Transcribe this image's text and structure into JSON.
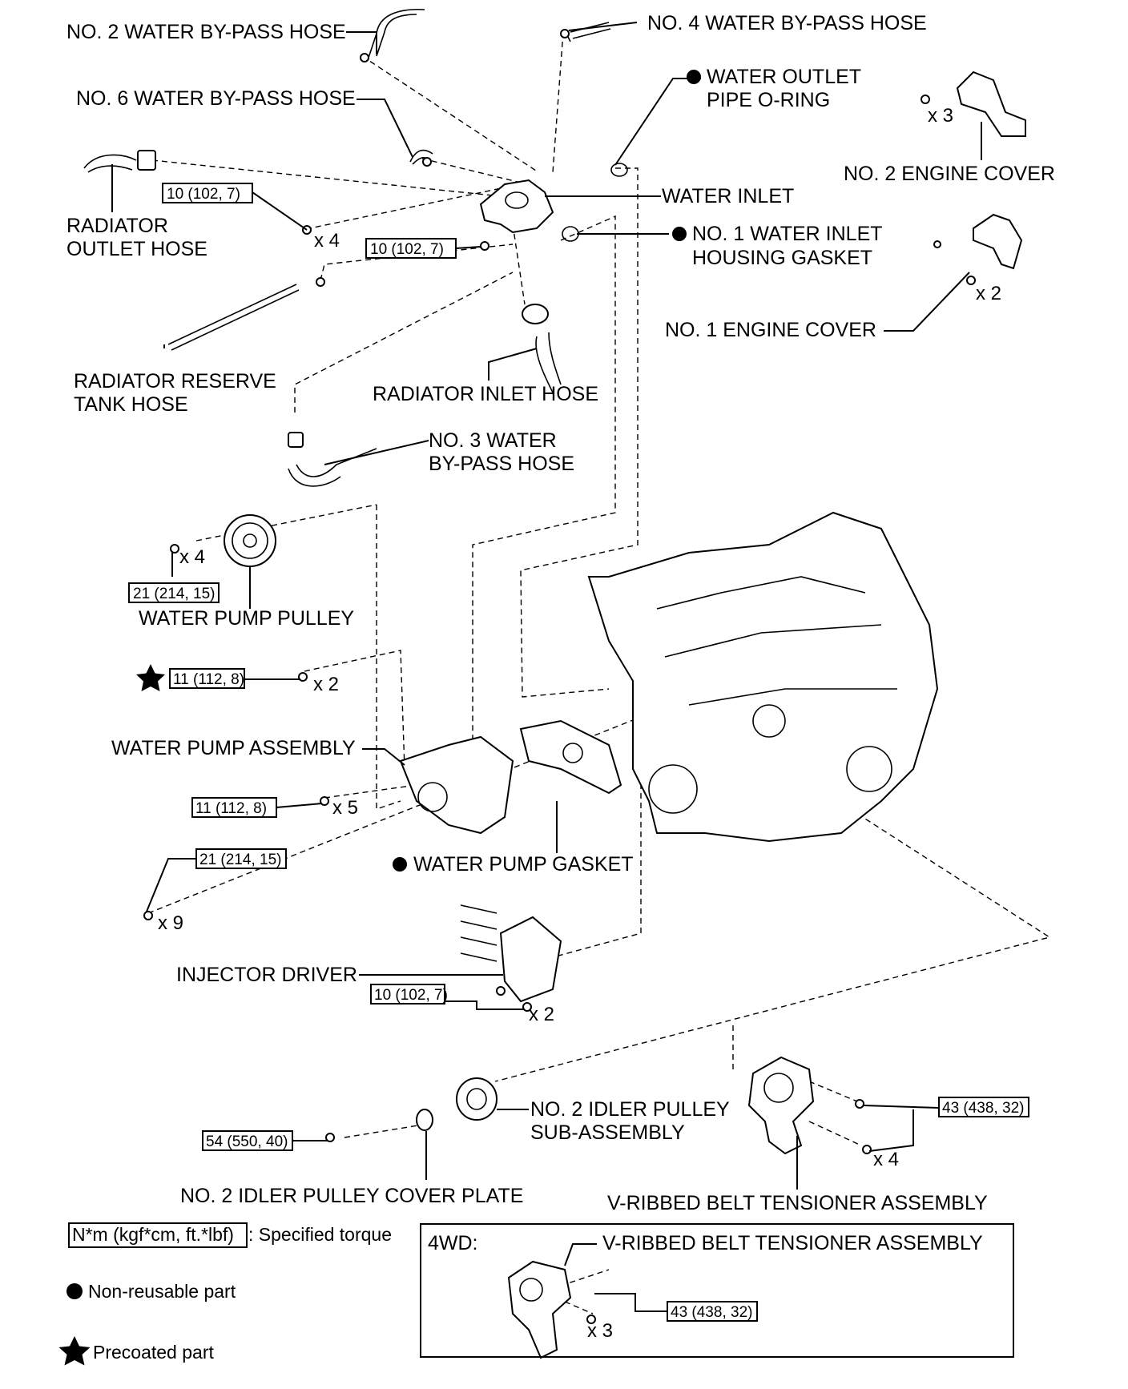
{
  "labels": {
    "no2_bypass_hose": "NO. 2 WATER BY-PASS HOSE",
    "no4_bypass_hose": "NO. 4 WATER BY-PASS HOSE",
    "water_outlet_oring_1": "WATER OUTLET",
    "water_outlet_oring_2": "PIPE O-RING",
    "no6_bypass_hose": "NO. 6 WATER BY-PASS HOSE",
    "no2_engine_cover": "NO. 2 ENGINE COVER",
    "radiator_outlet_1": "RADIATOR",
    "radiator_outlet_2": "OUTLET HOSE",
    "water_inlet": "WATER INLET",
    "no1_inlet_gasket_1": "NO. 1 WATER INLET",
    "no1_inlet_gasket_2": "HOUSING GASKET",
    "no1_engine_cover": "NO. 1 ENGINE COVER",
    "reserve_tank_1": "RADIATOR RESERVE",
    "reserve_tank_2": "TANK HOSE",
    "radiator_inlet": "RADIATOR INLET HOSE",
    "no3_bypass_1": "NO. 3 WATER",
    "no3_bypass_2": "BY-PASS HOSE",
    "water_pump_pulley": "WATER PUMP PULLEY",
    "water_pump_assembly": "WATER PUMP ASSEMBLY",
    "water_pump_gasket": "WATER PUMP GASKET",
    "injector_driver": "INJECTOR DRIVER",
    "no2_idler_1": "NO. 2 IDLER PULLEY",
    "no2_idler_2": "SUB-ASSEMBLY",
    "idler_cover_plate": "NO. 2 IDLER PULLEY COVER PLATE",
    "tensioner": "V-RIBBED BELT TENSIONER ASSEMBLY",
    "fourwd_title": "4WD:",
    "fourwd_tensioner": "V-RIBBED BELT TENSIONER ASSEMBLY"
  },
  "torques": {
    "t_inlet_bolts": "10 (102, 7)",
    "t_inlet_nut": "10 (102, 7)",
    "t_pulley": "21 (214, 15)",
    "t_precoat": "11 (112, 8)",
    "t_pump": "11 (112, 8)",
    "t_gasket": "21 (214, 15)",
    "t_injector": "10 (102, 7)",
    "t_cover_plate": "54 (550, 40)",
    "t_tensioner": "43 (438, 32)",
    "t_4wd": "43 (438, 32)"
  },
  "quantities": {
    "q_cover2": "x 3",
    "q_inlet": "x 4",
    "q_cover1": "x 2",
    "q_pulley": "x 4",
    "q_precoat": "x 2",
    "q_pump": "x 5",
    "q_gasket": "x 9",
    "q_injector": "x 2",
    "q_tensioner": "x 4",
    "q_4wd": "x 3"
  },
  "legend": {
    "torque_key": "N*m (kgf*cm, ft.*lbf)",
    "torque_text": ": Specified torque",
    "nonreusable": "Non-reusable part",
    "precoated": "Precoated part"
  }
}
